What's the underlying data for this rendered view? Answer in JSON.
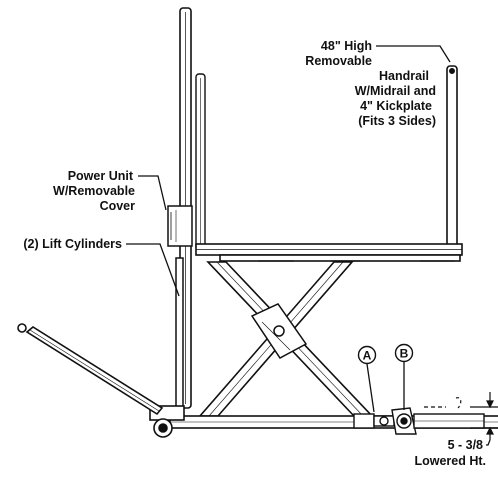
{
  "callouts": {
    "handrail": {
      "lines": [
        "48\" High",
        "Removable",
        "Handrail",
        "W/Midrail and",
        "4\" Kickplate",
        "(Fits 3 Sides)"
      ]
    },
    "power_unit": {
      "lines": [
        "Power Unit",
        "W/Removable",
        "Cover"
      ]
    },
    "lift_cylinders": {
      "text": "(2) Lift Cylinders"
    },
    "lowered_height": {
      "lines": [
        "5 - 3/8",
        "Lowered Ht."
      ]
    }
  },
  "markers": {
    "a": "A",
    "b": "B"
  },
  "colors": {
    "ink": "#111111",
    "background": "#ffffff",
    "shade": "#d9d9d9"
  }
}
